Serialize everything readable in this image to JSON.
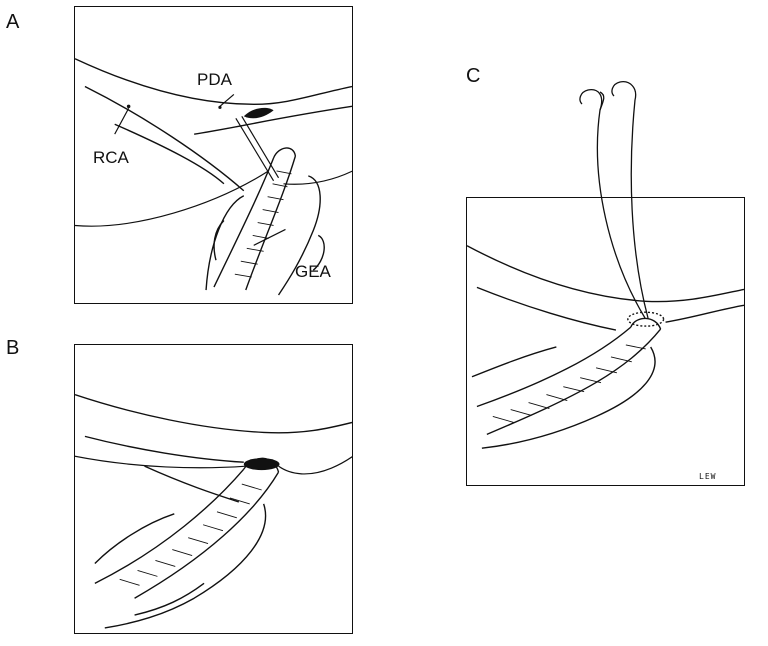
{
  "panels": [
    {
      "letter": "A",
      "labels": {
        "pda": "PDA",
        "rca": "RCA",
        "gea": "GEA"
      }
    },
    {
      "letter": "B"
    },
    {
      "letter": "C",
      "signature": "LEW"
    }
  ],
  "colors": {
    "ink": "#111111",
    "background": "#ffffff"
  }
}
